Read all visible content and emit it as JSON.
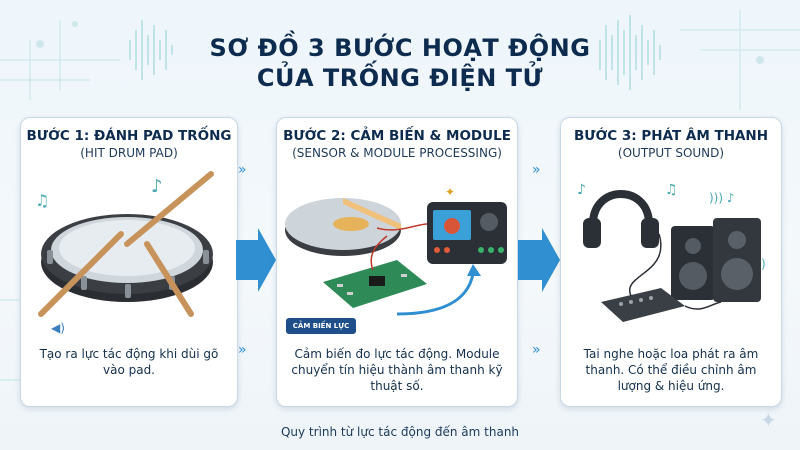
{
  "title": {
    "line1": "SƠ ĐỒ 3 BƯỚC HOẠT ĐỘNG",
    "line2": "CỦA TRỐNG ĐIỆN TỬ"
  },
  "steps": [
    {
      "heading": "BƯỚC 1: ĐÁNH PAD TRỐNG",
      "subheading": "(HIT DRUM PAD)",
      "description": "Tạo ra lực tác động khi dùi gõ vào pad."
    },
    {
      "heading": "BƯỚC 2: CẢM BIẾN & MODULE",
      "subheading": "(SENSOR & MODULE PROCESSING)",
      "description": "Cảm biến đo lực tác động. Module chuyển tín hiệu thành âm thanh kỹ thuật số.",
      "sensor_label": "CẢM BIẾN LỰC"
    },
    {
      "heading": "BƯỚC 3: PHÁT ÂM THANH",
      "subheading": "(OUTPUT SOUND)",
      "description": "Tai nghe hoặc loa phát ra âm thanh. Có thể điều chỉnh âm lượng & hiệu ứng."
    }
  ],
  "footer": "Quy trình từ lực tác động đến âm thanh",
  "colors": {
    "title": "#0d2b4e",
    "arrow": "#2f8fd0",
    "accent": "#1e4f8a"
  },
  "icons": [
    "drum-pad-icon",
    "drumsticks-icon",
    "sensor-pad-icon",
    "circuit-board-icon",
    "drum-module-icon",
    "headphones-icon",
    "speakers-icon",
    "mixer-icon"
  ]
}
